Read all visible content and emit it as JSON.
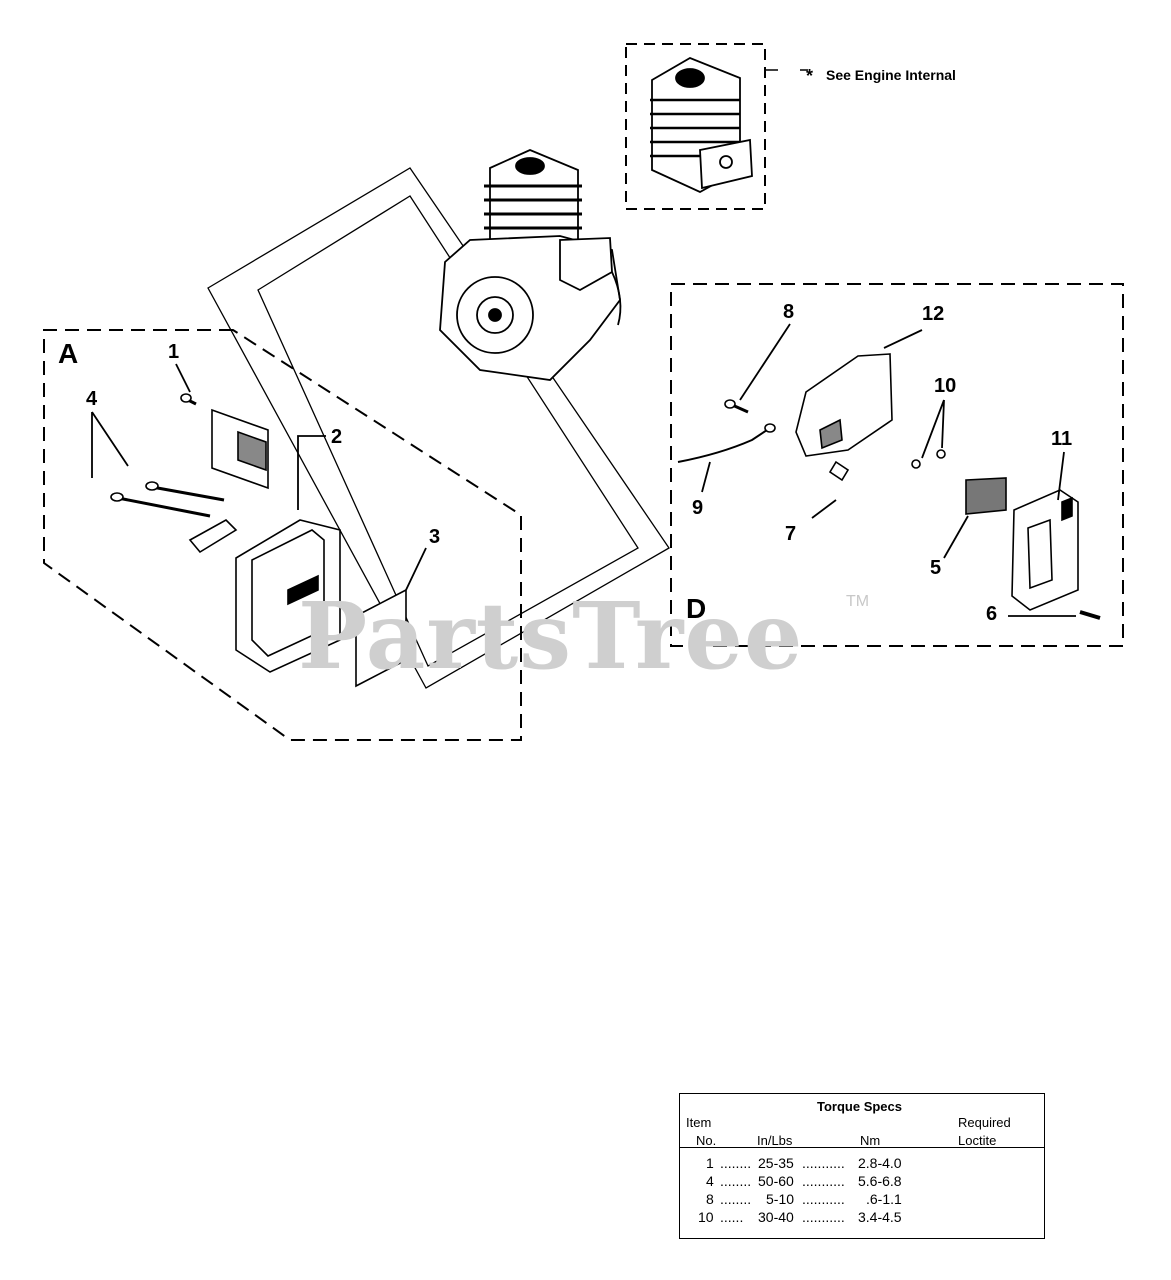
{
  "note": {
    "star": "*",
    "text": "See Engine Internal"
  },
  "sections": {
    "a": "A",
    "d": "D"
  },
  "callouts": {
    "c1": "1",
    "c2": "2",
    "c3": "3",
    "c4": "4",
    "c5": "5",
    "c6": "6",
    "c7": "7",
    "c8": "8",
    "c9": "9",
    "c10": "10",
    "c11": "11",
    "c12": "12"
  },
  "watermark": {
    "text": "PartsTree",
    "tm": "TM"
  },
  "torque_specs": {
    "title": "Torque Specs",
    "col_item_1": "Item",
    "col_item_2": "No.",
    "col_inlbs": "In/Lbs",
    "col_nm": "Nm",
    "col_loctite_1": "Required",
    "col_loctite_2": "Loctite",
    "rows": [
      {
        "item": "1",
        "inlbs": "25-35",
        "nm": "2.8-4.0"
      },
      {
        "item": "4",
        "inlbs": "50-60",
        "nm": "5.6-6.8"
      },
      {
        "item": "8",
        "inlbs": "5-10",
        "nm": ".6-1.1"
      },
      {
        "item": "10",
        "inlbs": "30-40",
        "nm": "3.4-4.5"
      }
    ]
  }
}
